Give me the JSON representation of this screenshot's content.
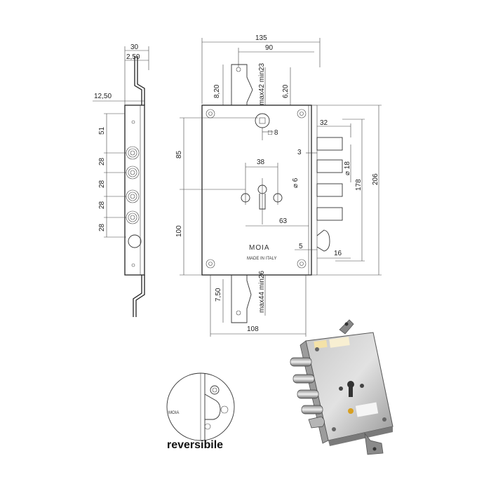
{
  "side_view": {
    "dims": {
      "width_30": "30",
      "offset_2_50": "2,50",
      "offset_12_50": "12,50",
      "spacing_51": "51",
      "spacing_28_a": "28",
      "spacing_28_b": "28",
      "spacing_28_c": "28",
      "spacing_28_d": "28"
    }
  },
  "front_view": {
    "dims": {
      "overall_135": "135",
      "backset_90": "90",
      "top_8_20": "8,20",
      "top_max42_min23": "max42 min23",
      "top_6_20": "6,20",
      "square_8": "□ 8",
      "bolt_32": "32",
      "bolt_3": "3",
      "bolt_dia_18": "⌀ 18",
      "height_178": "178",
      "height_206": "206",
      "height_85": "85",
      "cyl_38": "38",
      "cyl_dia_6": "⌀ 6",
      "cyl_63": "63",
      "height_100": "100",
      "latch_5": "5",
      "latch_16": "16",
      "bottom_7_50": "7,50",
      "bottom_max44_min26": "max44 min26",
      "bottom_108": "108"
    },
    "brand": "MOIA",
    "origin": "MADE IN ITALY"
  },
  "inset": {
    "label": "MOIA",
    "caption": "reversibile"
  },
  "photo": {
    "description_icon": "lock-photo-icon"
  }
}
